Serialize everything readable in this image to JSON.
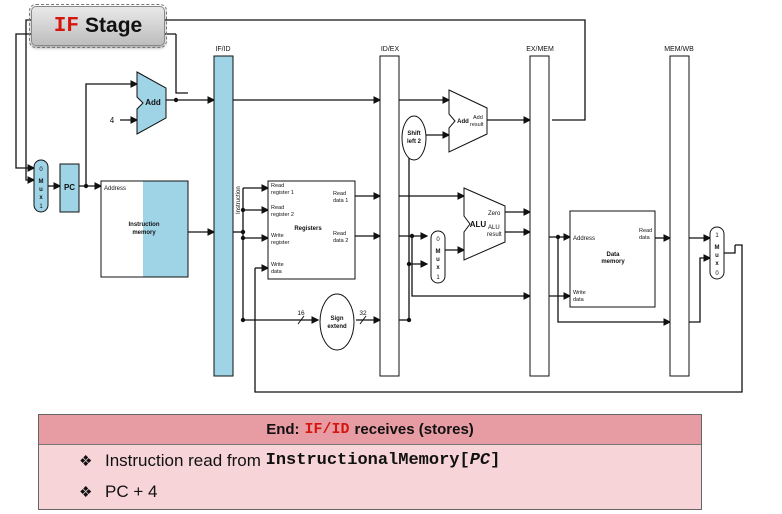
{
  "badge": {
    "code": "IF",
    "word": "Stage"
  },
  "registers": {
    "ifid": "IF/ID",
    "idex": "ID/EX",
    "exmem": "EX/MEM",
    "memwb": "MEM/WB"
  },
  "units": {
    "add": "Add",
    "four": "4",
    "pc": "PC",
    "mux_letters": [
      "M",
      "u",
      "x"
    ],
    "mux_zero": "0",
    "mux_one": "1",
    "address": "Address",
    "instruction_memory": [
      "Instruction",
      "memory"
    ],
    "instruction_bus": "Instruction",
    "read_register_1": [
      "Read",
      "register 1"
    ],
    "read_register_2": [
      "Read",
      "register 2"
    ],
    "registers": "Registers",
    "write_register": [
      "Write",
      "register"
    ],
    "write_data": [
      "Write",
      "data"
    ],
    "read_data_1": [
      "Read",
      "data 1"
    ],
    "read_data_2": [
      "Read",
      "data 2"
    ],
    "shift_left_2": [
      "Shift",
      "left 2"
    ],
    "add_result": [
      "Add",
      "Add",
      "result"
    ],
    "alu": "ALU",
    "zero": "Zero",
    "alu_result": [
      "ALU",
      "result"
    ],
    "data_memory": [
      "Data",
      "memory"
    ],
    "read_data": [
      "Read",
      "data"
    ],
    "sign_extend": [
      "Sign",
      "extend"
    ],
    "bits_16": "16",
    "bits_32": "32"
  },
  "info": {
    "header_prefix": "End:",
    "header_code": "IF/ID",
    "header_suffix": "receives (stores)",
    "bullet_glyph": "❖",
    "bullet1_text": "Instruction read from",
    "bullet1_code": "InstructionalMemory[",
    "bullet1_var": "PC",
    "bullet1_close": "]",
    "bullet2": "PC + 4"
  },
  "colors": {
    "accent_blue": "#9fd3e6",
    "code_red": "#d6150f",
    "header_pink": "#e79ca4",
    "box_pink": "#f6d4d8"
  }
}
